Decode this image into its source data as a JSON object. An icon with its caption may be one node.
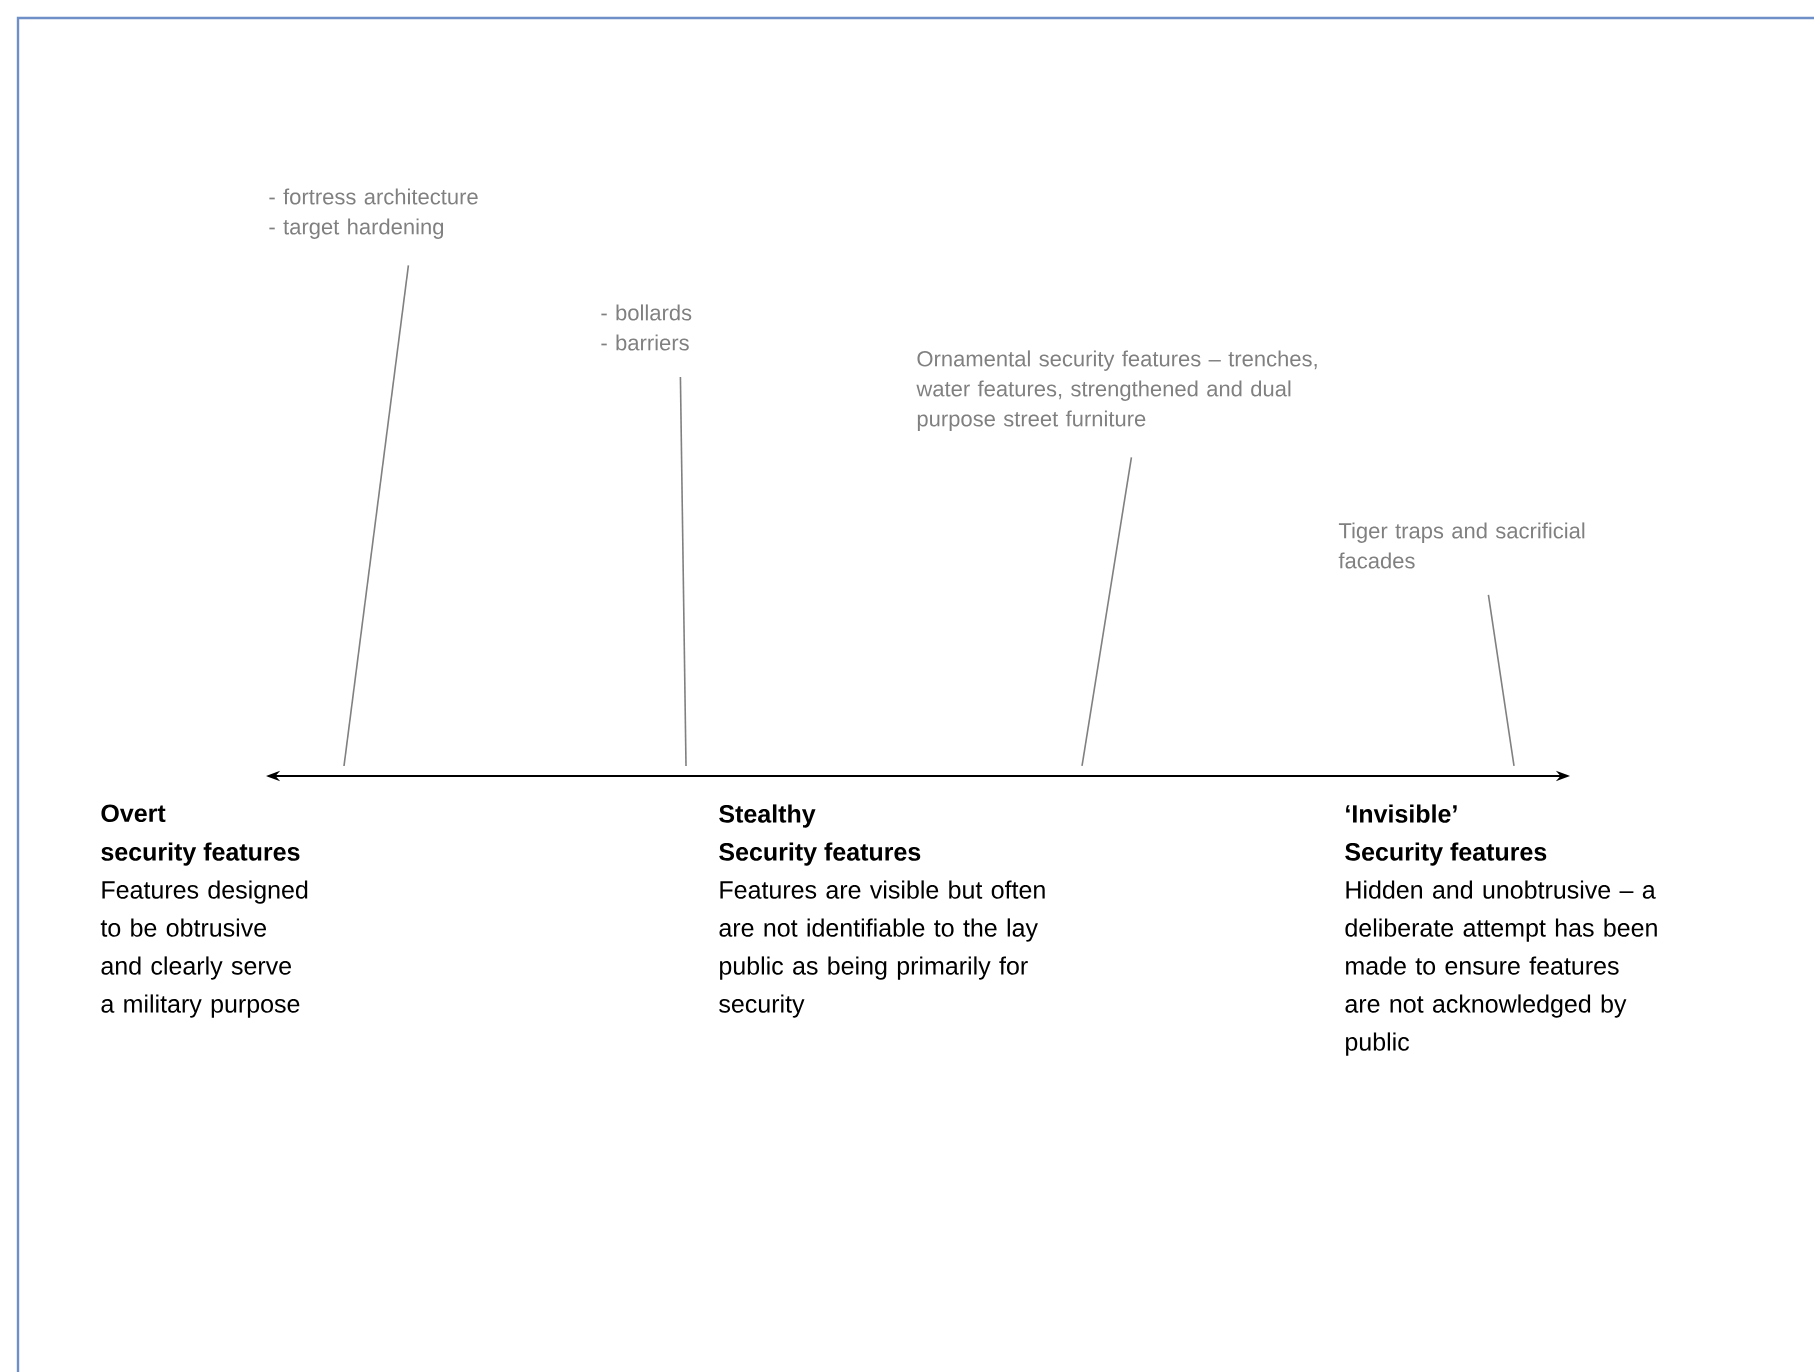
{
  "diagram": {
    "nodes": [
      {
        "text": [
          "- fortress architecture",
          "- target hardening"
        ]
      },
      {
        "text": [
          "- bollards",
          "- barriers"
        ]
      },
      {
        "text": [
          "Ornamental security features – trenches, water features, strengthened and dual purpose street furniture"
        ]
      },
      {
        "text": [
          "Tiger traps and sacrificial facades"
        ]
      }
    ],
    "edges": [
      {
        "from": 0,
        "to": null,
        "arrow": "none"
      },
      {
        "from": 1,
        "to": null,
        "arrow": "none"
      },
      {
        "from": 2,
        "to": null,
        "arrow": "none"
      },
      {
        "from": 3,
        "to": null,
        "arrow": "none"
      }
    ],
    "labels": [
      "Overt",
      "security features",
      "Features designed to be obtrusive and clearly serve a military purpose",
      "Stealthy",
      "Security features",
      "Features are visible but often are not identifiable to the lay public as being primarily for security",
      "‘Invisible’",
      "Security features",
      "Hidden and unobtrusive – a deliberate attempt has been made to ensure features are not acknowledged by public"
    ]
  }
}
